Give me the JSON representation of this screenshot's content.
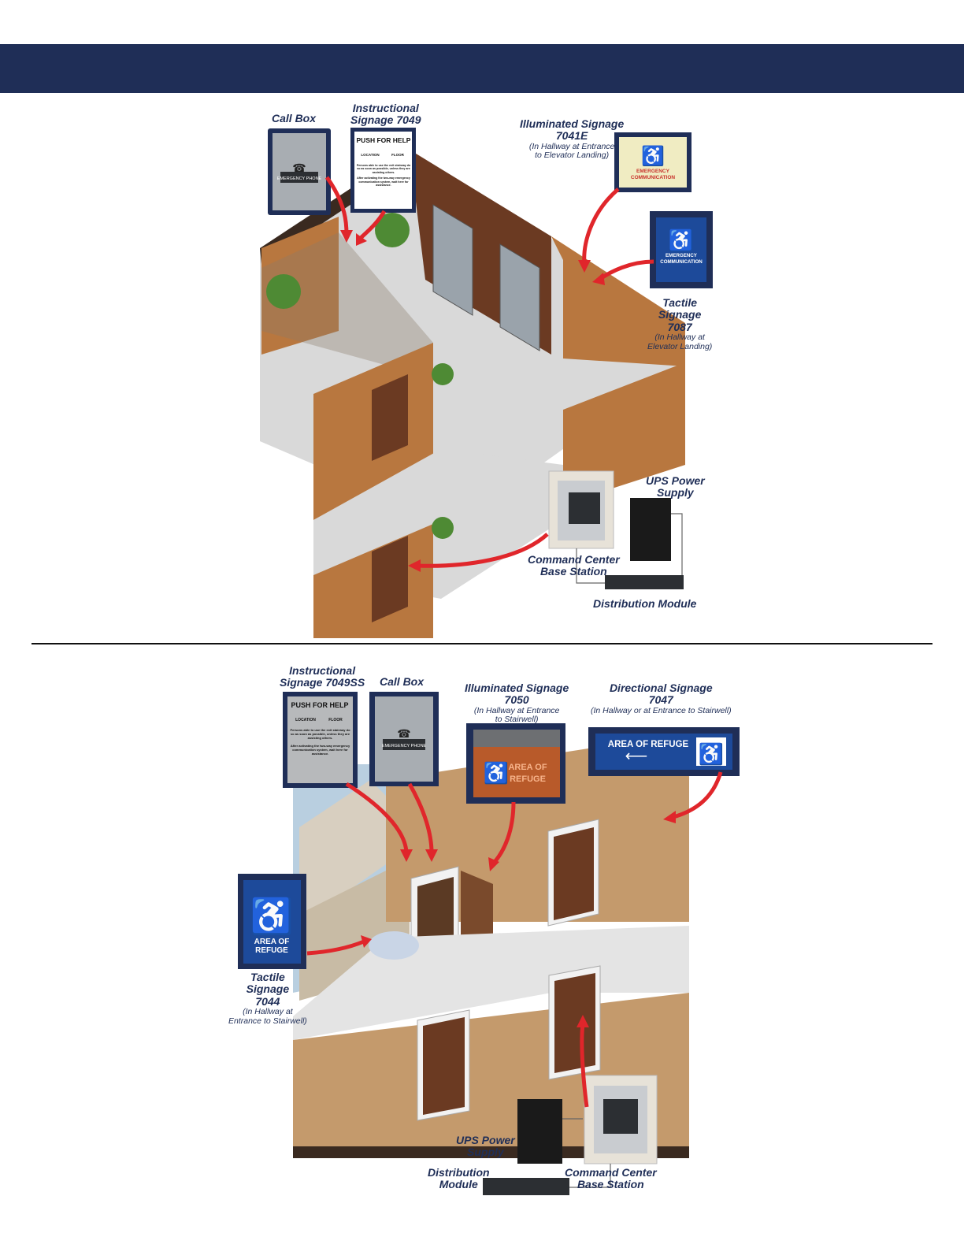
{
  "scene1": {
    "call_box": {
      "title": "Call Box",
      "panel_text": "EMERGENCY PHONE"
    },
    "instructional": {
      "title_l1": "Instructional",
      "title_l2": "Signage 7049",
      "sign_head": "PUSH FOR HELP",
      "col_location": "LOCATION",
      "col_floor": "FLOOR",
      "body1": "Persons able to use the exit stairway do so as soon as possible, unless they are assisting others.",
      "body2": "After activating the two-way emergency communication system, wait here for assistance."
    },
    "illuminated": {
      "title_l1": "Illuminated Signage",
      "title_l2": "7041E",
      "sub_l1": "(In Hallway at Entrance",
      "sub_l2": "to Elevator Landing)",
      "sign_l1": "EMERGENCY",
      "sign_l2": "COMMUNICATION"
    },
    "tactile": {
      "title_l1": "Tactile",
      "title_l2": "Signage",
      "title_l3": "7087",
      "sub_l1": "(In Hallway at",
      "sub_l2": "Elevator Landing)",
      "sign_l1": "EMERGENCY",
      "sign_l2": "COMMUNICATION"
    },
    "ups": {
      "l1": "UPS Power",
      "l2": "Supply"
    },
    "command": {
      "l1": "Command Center",
      "l2": "Base Station"
    },
    "distribution": {
      "l1": "Distribution Module"
    }
  },
  "scene2": {
    "instructional": {
      "title_l1": "Instructional",
      "title_l2": "Signage 7049SS",
      "sign_head": "PUSH FOR HELP",
      "col_location": "LOCATION",
      "col_floor": "FLOOR",
      "body1": "Persons able to use the exit stairway do so as soon as possible, unless they are assisting others.",
      "body2": "After activating the two-way emergency communication system, wait here for assistance."
    },
    "call_box": {
      "title": "Call Box",
      "panel_text": "EMERGENCY PHONE"
    },
    "illuminated": {
      "title_l1": "Illuminated Signage",
      "title_l2": "7050",
      "sub_l1": "(In Hallway at Entrance",
      "sub_l2": "to Stairwell)",
      "sign_l1": "AREA OF",
      "sign_l2": "REFUGE"
    },
    "directional": {
      "title_l1": "Directional Signage",
      "title_l2": "7047",
      "sub_l1": "(In Hallway or at Entrance to Stairwell)",
      "sign_text": "AREA OF REFUGE"
    },
    "tactile": {
      "title_l1": "Tactile",
      "title_l2": "Signage",
      "title_l3": "7044",
      "sub_l1": "(In Hallway at",
      "sub_l2": "Entrance to Stairwell)",
      "sign_l1": "AREA OF",
      "sign_l2": "REFUGE"
    },
    "ups": {
      "l1": "UPS Power",
      "l2": "Supply"
    },
    "distribution": {
      "l1": "Distribution",
      "l2": "Module"
    },
    "command": {
      "l1": "Command Center",
      "l2": "Base Station"
    }
  },
  "colors": {
    "navy": "#1f2e57",
    "arrow_red": "#e0262b",
    "wall_brown": "#b8773f",
    "floor_gray": "#d9d9d9",
    "door_brown": "#6b3a22",
    "sign_blue": "#1d4a9a"
  },
  "icons": [
    "wheelchair-icon",
    "arrow-left-icon",
    "phone-icon",
    "plant-icon"
  ]
}
